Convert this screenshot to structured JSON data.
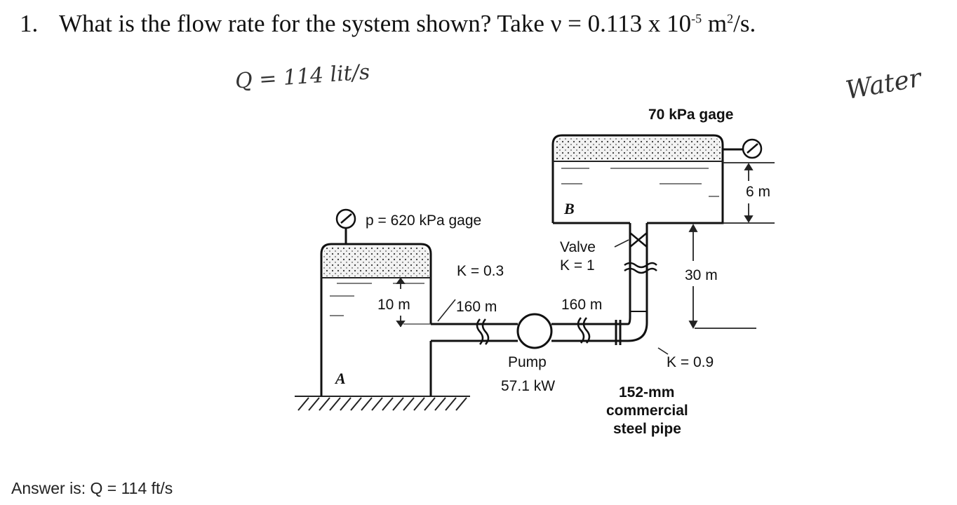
{
  "question": {
    "number": "1.",
    "text_main": "What is the flow rate for the system shown? Take ν = 0.113 x 10",
    "exponent1": "-5",
    "unit_base": " m",
    "exponent2": "2",
    "unit_tail": "/s."
  },
  "handwritten": {
    "q_note": "Q = 114 lit/s",
    "fluid_note": "Water"
  },
  "diagram": {
    "tank_b_pressure": "70 kPa gage",
    "tank_b_label": "B",
    "height_b": "6 m",
    "tank_a_pressure": "p = 620 kPa gage",
    "tank_a_label": "A",
    "height_a": "10 m",
    "entrance_k": "K = 0.3",
    "valve_label": "Valve",
    "valve_k": "K = 1",
    "elevation_diff": "30 m",
    "pipe_len_1": "160 m",
    "pipe_len_2": "160 m",
    "pump_label": "Pump",
    "pump_power": "57.1 kW",
    "elbow_k": "K = 0.9",
    "pipe_spec_1": "152-mm",
    "pipe_spec_2": "commercial",
    "pipe_spec_3": "steel pipe"
  },
  "answer": "Answer is: Q = 114 ft/s"
}
